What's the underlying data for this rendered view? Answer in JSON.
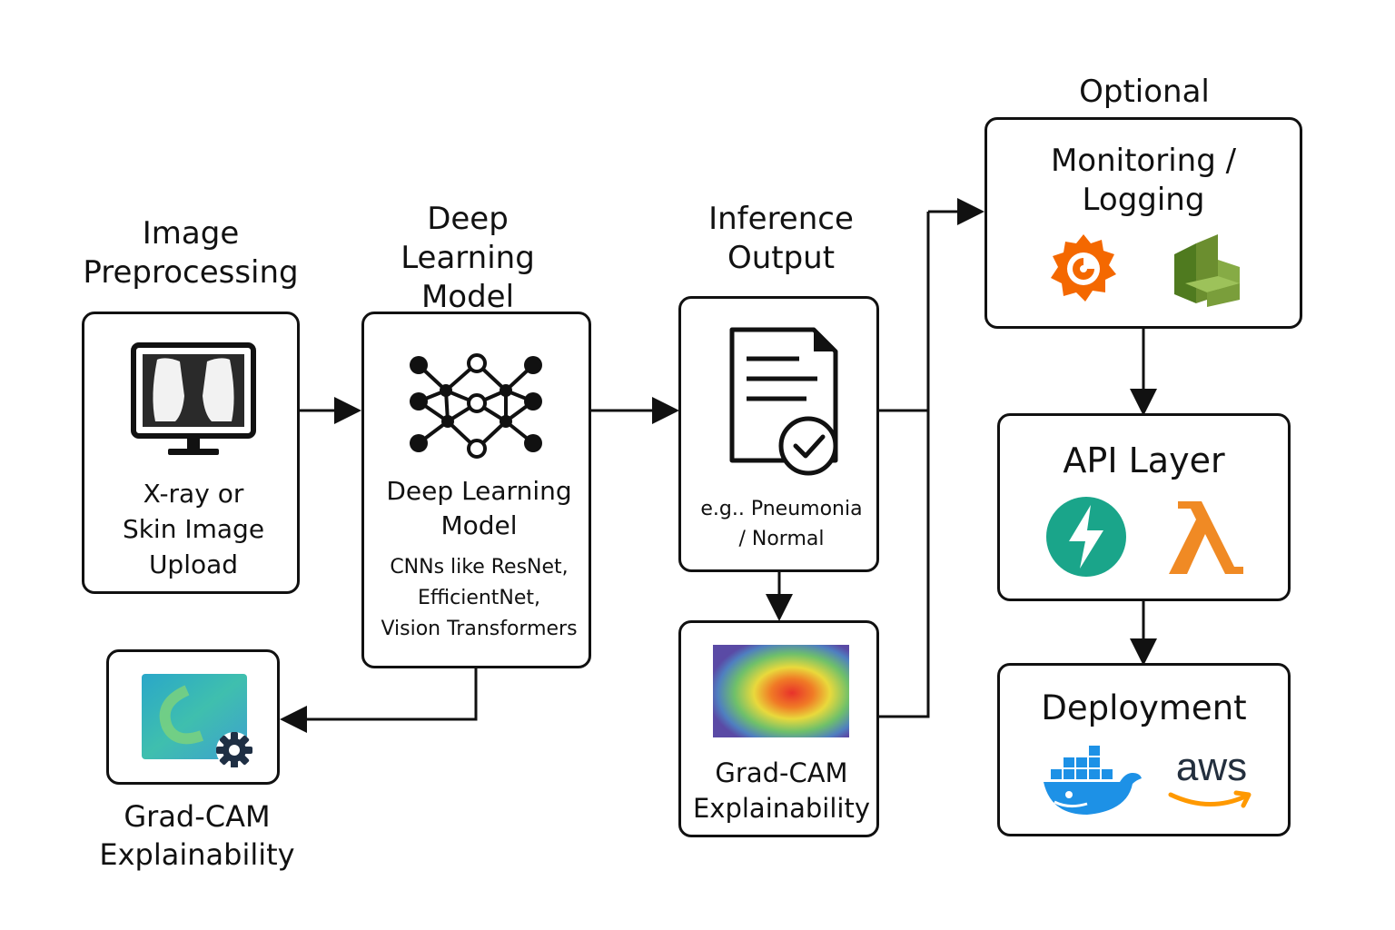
{
  "stages": {
    "preprocess": {
      "heading": [
        "Image",
        "Preprocessing"
      ],
      "text": [
        "X-ray or",
        "Skin Image",
        "Upload"
      ]
    },
    "model": {
      "heading": [
        "Deep",
        "Learning",
        "Model"
      ],
      "title": [
        "Deep Learning",
        "Model"
      ],
      "detail": [
        "CNNs like ResNet,",
        "EfficientNet,",
        "Vision Transformers"
      ]
    },
    "gradcam_left": {
      "caption": [
        "Grad-CAM",
        "Explainability"
      ]
    },
    "inference": {
      "heading": [
        "Inference",
        "Output"
      ],
      "text": [
        "e.g.. Pneumonia",
        "/ Normal"
      ]
    },
    "gradcam_center": {
      "text": [
        "Grad-CAM",
        "Explainability"
      ]
    },
    "monitoring": {
      "optional_label": "Optional",
      "title": [
        "Monitoring /",
        "Logging"
      ]
    },
    "api": {
      "title": "API Layer"
    },
    "deployment": {
      "title": "Deployment",
      "aws_text": "aws"
    }
  },
  "icons": {
    "preprocess": "xray-monitor-icon",
    "model": "neural-network-icon",
    "inference": "document-check-icon",
    "gradcam_left": "heatmap-gear-icon",
    "gradcam_center": "heatmap-icon",
    "monitoring": [
      "grafana-icon",
      "cloudwatch-icon"
    ],
    "api": [
      "fastapi-icon",
      "aws-lambda-icon"
    ],
    "deployment": [
      "docker-icon",
      "aws-icon"
    ]
  },
  "colors": {
    "stroke": "#111111",
    "grafana": "#f46800",
    "cloudwatch": "#6b8e2f",
    "fastapi": "#1aa58a",
    "lambda": "#f08a24",
    "docker": "#1d91e6",
    "aws_smile": "#ff9900"
  }
}
